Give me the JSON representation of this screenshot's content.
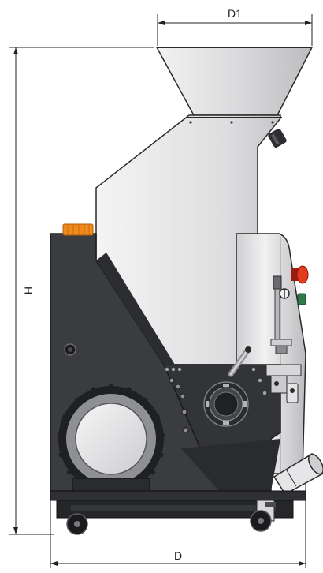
{
  "dimensions": {
    "hopper_width": "D1",
    "overall_height": "H",
    "overall_depth": "D"
  },
  "colors": {
    "body_dark": "#3c3d41",
    "body_shadow": "#2b2c30",
    "panel_light": "#e8e8ea",
    "hopper_light": "#dcdcde",
    "motor_outer": "#8f9094",
    "motor_inner": "#e7e7e9",
    "indicator_orange": "#f08a1c",
    "button_red": "#e33b1e",
    "button_green": "#2e7a4a",
    "line": "#222222"
  },
  "icons": {
    "warning_light": "warning-light-icon",
    "emergency_stop": "emergency-stop-icon",
    "start_button": "start-button-icon"
  }
}
